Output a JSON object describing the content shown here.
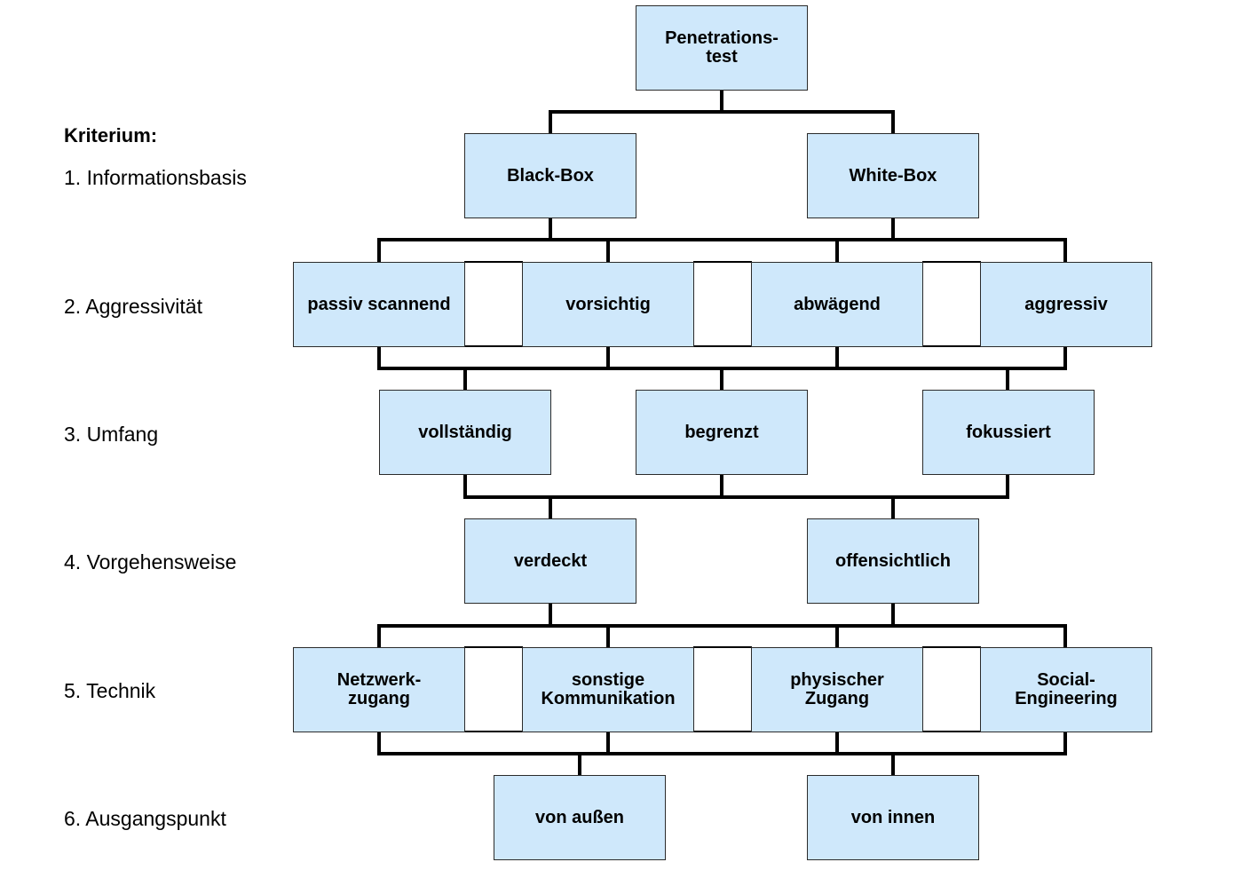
{
  "criteria": {
    "heading": "Kriterium:",
    "informationsbasis": "1. Informationsbasis",
    "aggressivitaet": "2. Aggressivität",
    "umfang": "3. Umfang",
    "vorgehensweise": "4. Vorgehensweise",
    "technik": "5. Technik",
    "ausgangspunkt": "6. Ausgangspunkt"
  },
  "nodes": {
    "root": "Penetrations-\ntest",
    "black_box": "Black-Box",
    "white_box": "White-Box",
    "passiv_scannend": "passiv scannend",
    "vorsichtig": "vorsichtig",
    "abwaegend": "abwägend",
    "aggressiv": "aggressiv",
    "vollstaendig": "vollständig",
    "begrenzt": "begrenzt",
    "fokussiert": "fokussiert",
    "verdeckt": "verdeckt",
    "offensichtlich": "offensichtlich",
    "netzwerkzugang": "Netzwerk-\nzugang",
    "sonstige_kommunikation": "sonstige\nKommunikation",
    "physischer_zugang": "physischer\nZugang",
    "social_engineering": "Social-\nEngineering",
    "von_aussen": "von außen",
    "von_innen": "von innen"
  },
  "colors": {
    "box_fill": "#cfe8fb",
    "line": "#000000"
  }
}
